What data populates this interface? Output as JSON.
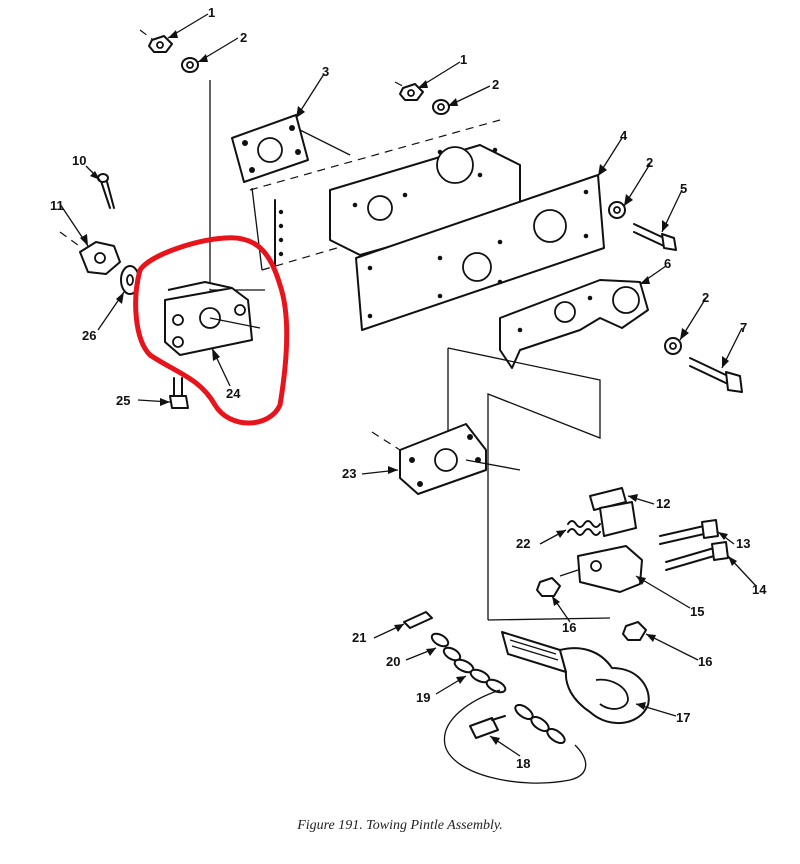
{
  "figure": {
    "caption": "Figure 191.  Towing Pintle Assembly."
  },
  "highlight": {
    "color": "#e8141c",
    "target_callout": "24"
  },
  "callouts": [
    {
      "id": "1a",
      "text": "1"
    },
    {
      "id": "2a",
      "text": "2"
    },
    {
      "id": "3",
      "text": "3"
    },
    {
      "id": "1b",
      "text": "1"
    },
    {
      "id": "2b",
      "text": "2"
    },
    {
      "id": "4",
      "text": "4"
    },
    {
      "id": "2c",
      "text": "2"
    },
    {
      "id": "5",
      "text": "5"
    },
    {
      "id": "10",
      "text": "10"
    },
    {
      "id": "11",
      "text": "11"
    },
    {
      "id": "6",
      "text": "6"
    },
    {
      "id": "2d",
      "text": "2"
    },
    {
      "id": "7",
      "text": "7"
    },
    {
      "id": "26",
      "text": "26"
    },
    {
      "id": "24",
      "text": "24"
    },
    {
      "id": "25",
      "text": "25"
    },
    {
      "id": "23",
      "text": "23"
    },
    {
      "id": "12",
      "text": "12"
    },
    {
      "id": "22",
      "text": "22"
    },
    {
      "id": "13",
      "text": "13"
    },
    {
      "id": "14",
      "text": "14"
    },
    {
      "id": "15",
      "text": "15"
    },
    {
      "id": "16a",
      "text": "16"
    },
    {
      "id": "16b",
      "text": "16"
    },
    {
      "id": "21",
      "text": "21"
    },
    {
      "id": "20",
      "text": "20"
    },
    {
      "id": "19",
      "text": "19"
    },
    {
      "id": "17",
      "text": "17"
    },
    {
      "id": "18",
      "text": "18"
    }
  ]
}
